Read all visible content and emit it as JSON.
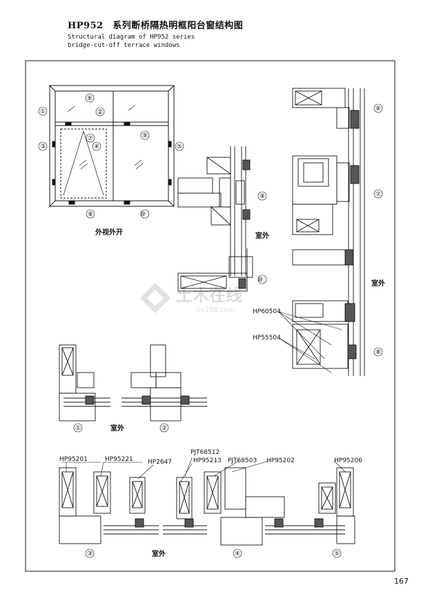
{
  "title": {
    "main": "HP952　系列断桥隔热明框阳台窗结构图",
    "en_line1": "Structural diagram of HP952 series",
    "en_line2": "bridge-cut-off terrace windows"
  },
  "elevation_caption": "外视外开",
  "outdoor_label": "室外",
  "callouts": [
    "①",
    "②",
    "③",
    "④",
    "⑤",
    "⑥",
    "⑦",
    "⑧",
    "⑨",
    "⑩"
  ],
  "part_codes": {
    "hp60504": "HP60504",
    "hp55504": "HP55504",
    "hp95201": "HP95201",
    "hp95221": "HP95221",
    "hp2647": "HP2647",
    "pjt68512": "PJT68512",
    "hp95213": "HP95213",
    "pjt68503": "PJT68503",
    "hp95202": "HP95202",
    "hp95206": "HP95206"
  },
  "watermark": {
    "line1": "土木在线",
    "line2": "co188.com"
  },
  "page_number": "167"
}
